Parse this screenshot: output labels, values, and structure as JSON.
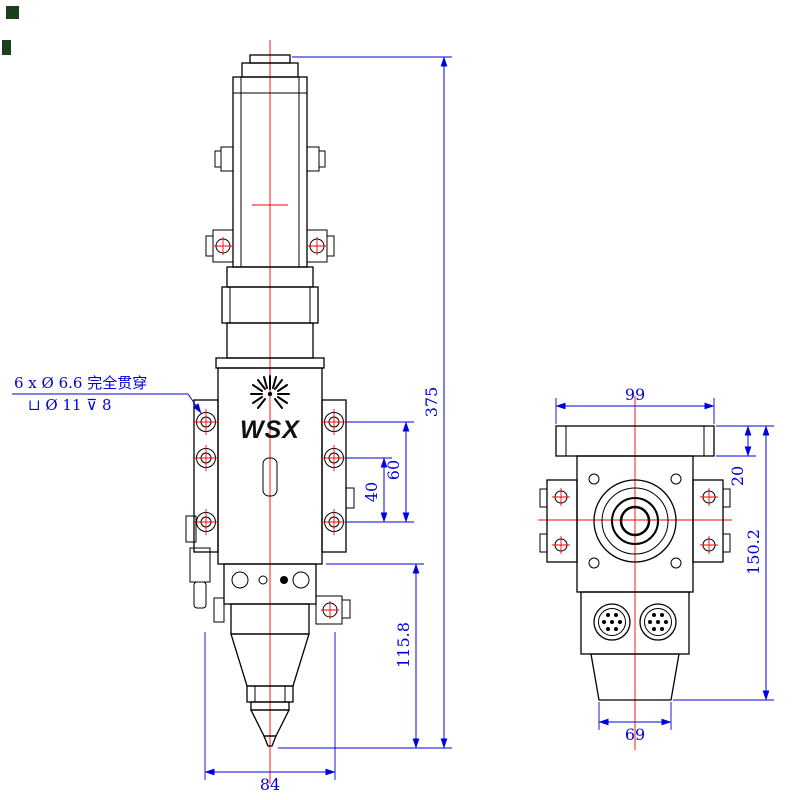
{
  "logo": {
    "text": "WSX"
  },
  "annotation": {
    "line1": "6 x Ø 6.6 完全贯穿",
    "line2": "⊔ Ø 11  ⊽ 8"
  },
  "front_view": {
    "dims": {
      "total_height": "375",
      "lower_height": "115.8",
      "hole_span_outer": "60",
      "hole_span_inner": "40",
      "bottom_width": "84"
    }
  },
  "side_view": {
    "dims": {
      "top_width": "99",
      "flange_height": "20",
      "total_height": "150.2",
      "bottom_width": "69"
    }
  },
  "colors": {
    "outline": "#000000",
    "centerline": "#ff0000",
    "dimension": "#0000dc",
    "corner_marker": "#1d3f1d"
  }
}
